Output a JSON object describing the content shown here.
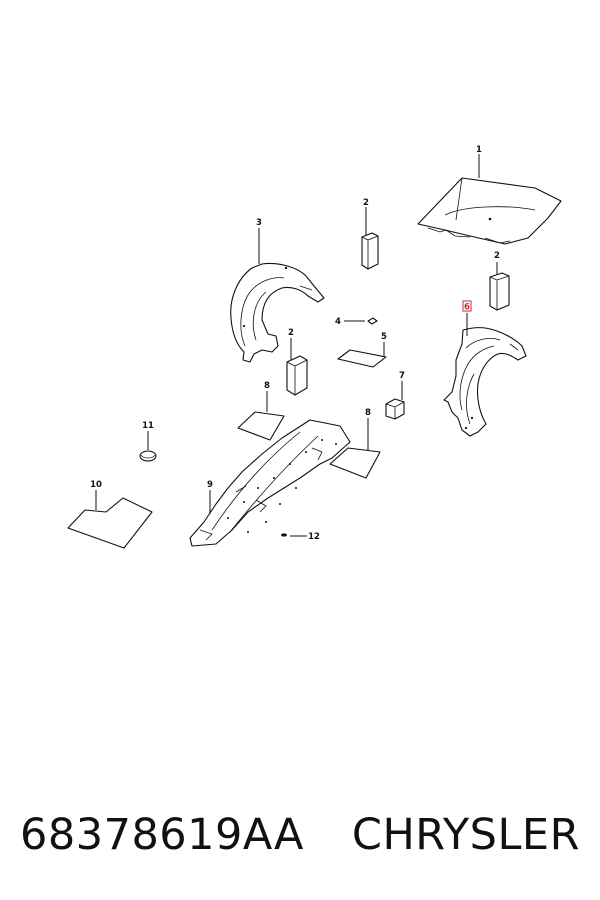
{
  "callouts": {
    "c1": "1",
    "c2a": "2",
    "c2b": "2",
    "c2c": "2",
    "c3": "3",
    "c4": "4",
    "c5": "5",
    "c6": "6",
    "c7": "7",
    "c8a": "8",
    "c8b": "8",
    "c9": "9",
    "c10": "10",
    "c11": "11",
    "c12": "12"
  },
  "highlight": {
    "callout": "6",
    "color": "#d62a2a"
  },
  "caption": {
    "part_number": "68378619AA",
    "brand": "CHRYSLER"
  }
}
